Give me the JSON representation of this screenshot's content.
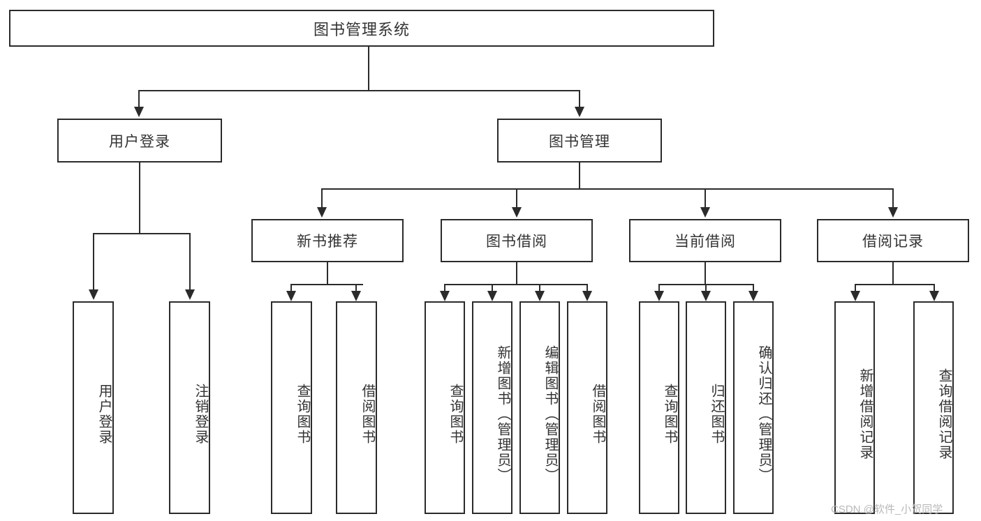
{
  "diagram": {
    "type": "tree",
    "title": "图书管理系统",
    "root": {
      "label": "图书管理系统"
    },
    "level2": [
      {
        "label": "用户登录"
      },
      {
        "label": "图书管理"
      }
    ],
    "level3": [
      {
        "label": "新书推荐"
      },
      {
        "label": "图书借阅"
      },
      {
        "label": "当前借阅"
      },
      {
        "label": "借阅记录"
      }
    ],
    "leaves": {
      "user_login": [
        {
          "label": "用户登录"
        },
        {
          "label": "注销登录"
        }
      ],
      "new_book_recommend": [
        {
          "label": "查询图书"
        },
        {
          "label": "借阅图书"
        }
      ],
      "book_borrow": [
        {
          "label": "查询图书"
        },
        {
          "label": "新增图书（管理员）"
        },
        {
          "label": "编辑图书（管理员）"
        },
        {
          "label": "借阅图书"
        }
      ],
      "current_borrow": [
        {
          "label": "查询图书"
        },
        {
          "label": "归还图书"
        },
        {
          "label": "确认归还（管理员）"
        }
      ],
      "borrow_record": [
        {
          "label": "新增借阅记录"
        },
        {
          "label": "查询借阅记录"
        }
      ]
    }
  },
  "watermark": {
    "text": "CSDN @软件_小贺同学"
  },
  "colors": {
    "stroke": "#2b2b2b",
    "background": "#ffffff",
    "text": "#333333",
    "watermark": "#b8b8b8"
  }
}
